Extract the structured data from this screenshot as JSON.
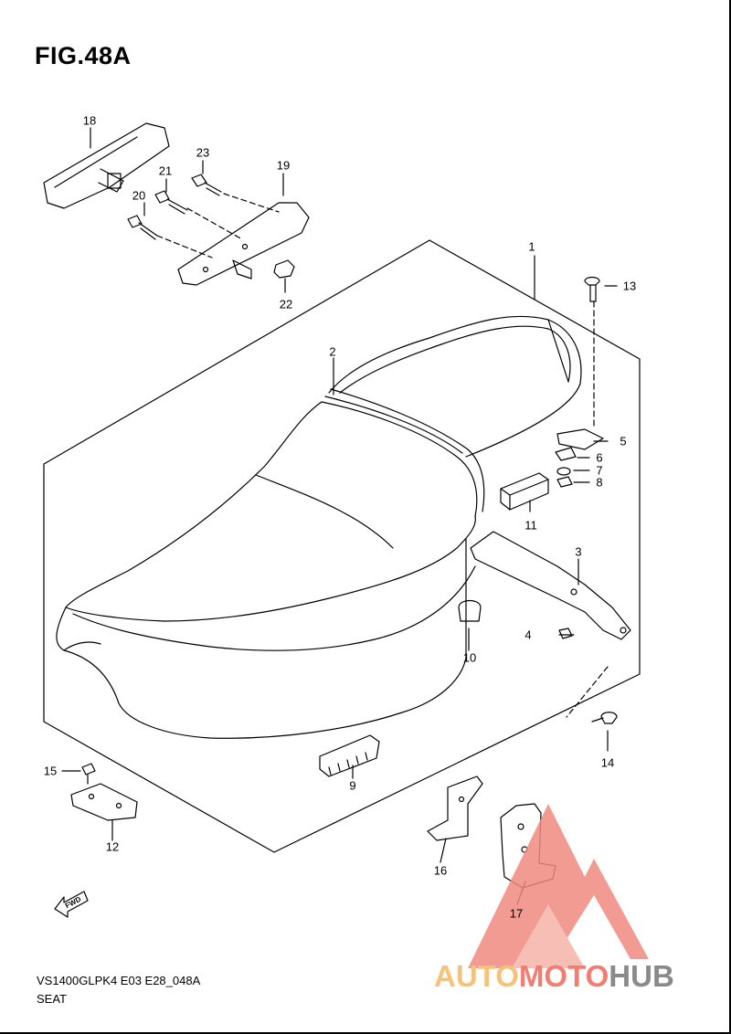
{
  "figure": {
    "title": "FIG.48A",
    "code": "VS1400GLPK4 E03 E28_048A",
    "caption": "SEAT"
  },
  "parts": {
    "p1": "1",
    "p2": "2",
    "p3": "3",
    "p4": "4",
    "p5": "5",
    "p6": "6",
    "p7": "7",
    "p8": "8",
    "p9": "9",
    "p10": "10",
    "p11": "11",
    "p12": "12",
    "p13": "13",
    "p14": "14",
    "p15": "15",
    "p16": "16",
    "p17": "17",
    "p18": "18",
    "p19": "19",
    "p20": "20",
    "p21": "21",
    "p22": "22",
    "p23": "23"
  },
  "fwd_marker": "FWD",
  "watermark": {
    "part1": "AUTO",
    "part2": "MOTO",
    "part3": "HUB",
    "colors": {
      "part1": "#f5c27a",
      "part2": "#f47d72",
      "part3": "#8a8a8a"
    }
  }
}
